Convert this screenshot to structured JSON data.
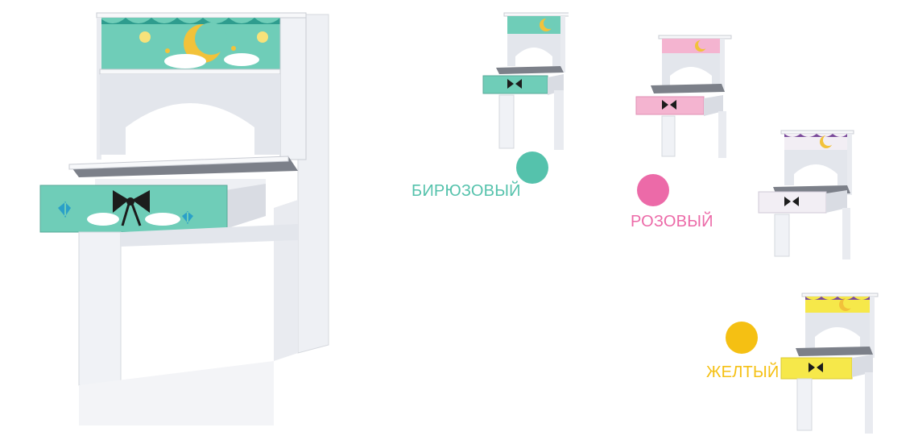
{
  "product": {
    "main_panel_color": "#6fcdb8",
    "body_color": "#f4f6fa",
    "shade_color": "#d9dce3",
    "bow_color": "#1c1c1c",
    "moon_color": "#f2c23a",
    "curtain_color": "#2e9c8e"
  },
  "variants": [
    {
      "label": "БИРЮЗОВЫЙ",
      "color": "#55c2ac",
      "panel": "#6fcdb8",
      "icon": "turquoise-desk"
    },
    {
      "label": "РОЗОВЫЙ",
      "color": "#ec6aa8",
      "panel": "#f4b4d0",
      "icon": "pink-desk"
    },
    {
      "label": "",
      "color": "#f2f2f2",
      "panel": "#f2eef4",
      "icon": "white-desk"
    },
    {
      "label": "ЖЕЛТЫЙ",
      "color": "#f5c013",
      "panel": "#f6e84a",
      "icon": "yellow-desk"
    }
  ]
}
